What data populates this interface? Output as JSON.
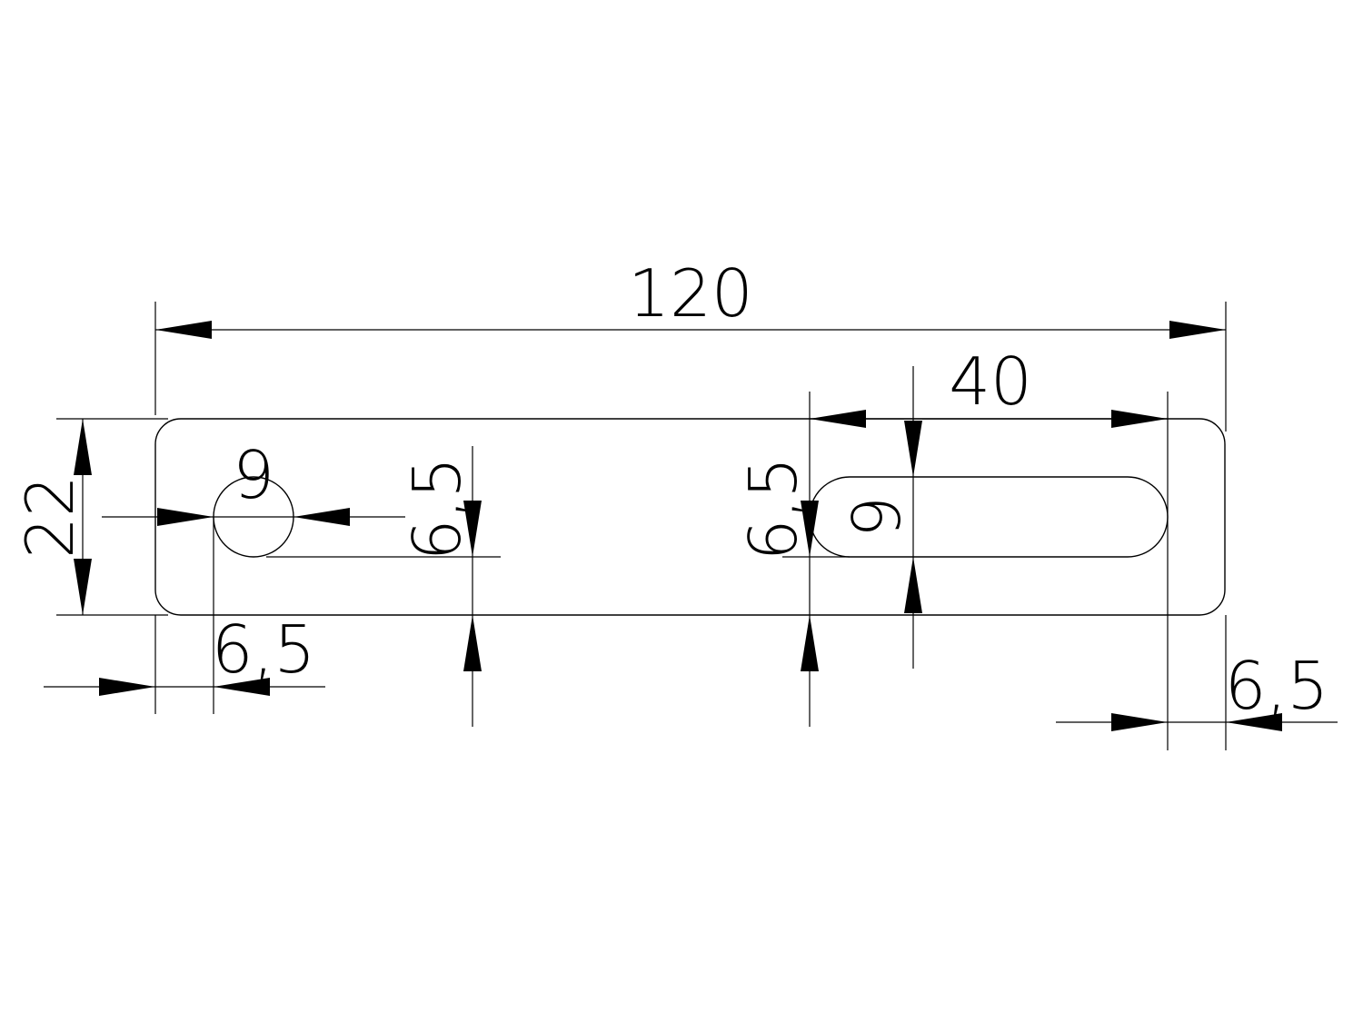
{
  "drawing": {
    "dimensions": {
      "overall_length": "120",
      "overall_height": "22",
      "slot_length": "40",
      "hole_diameter": "9",
      "slot_width": "9",
      "hole_offset_x": "6,5",
      "hole_offset_y": "6,5",
      "slot_offset_y": "6,5",
      "slot_offset_x": "6,5"
    }
  }
}
